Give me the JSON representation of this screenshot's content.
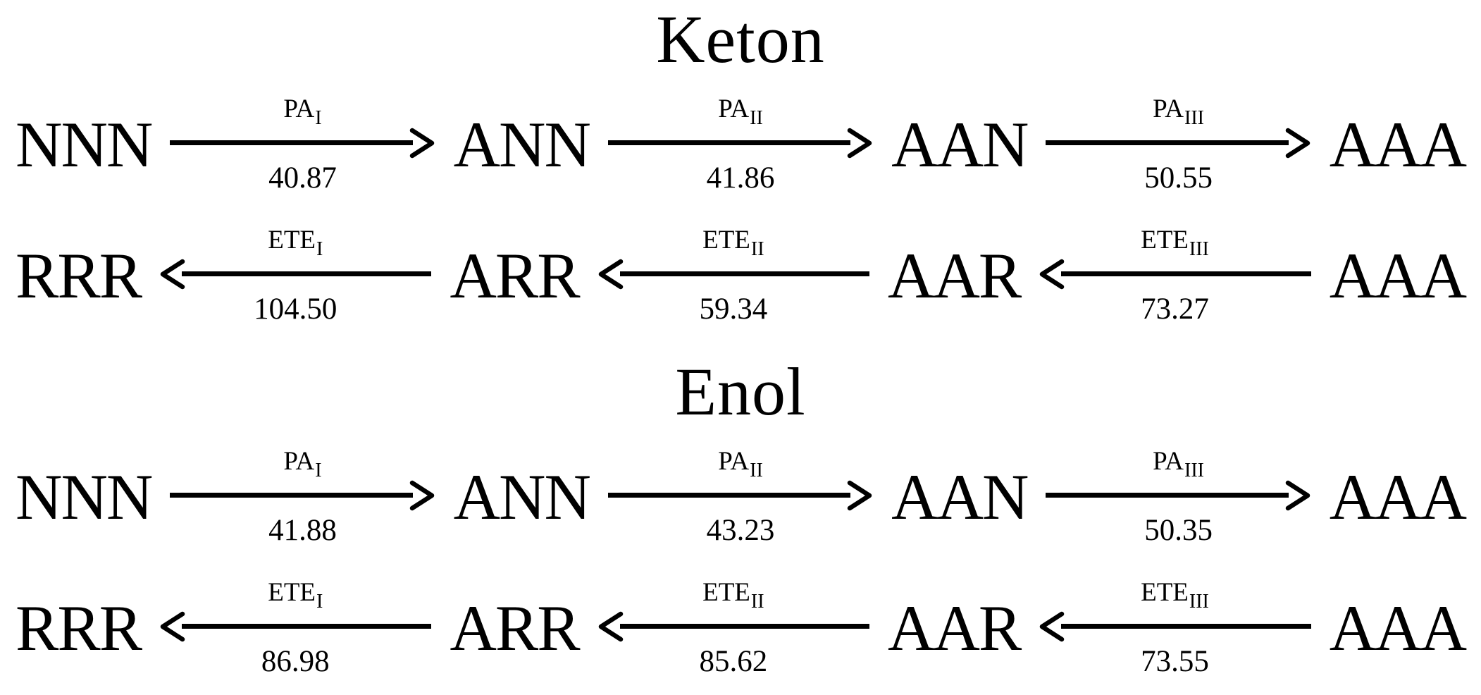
{
  "colors": {
    "background": "#ffffff",
    "ink": "#000000"
  },
  "sections": [
    {
      "title": "Keton",
      "rows": [
        {
          "direction": "forward",
          "species": [
            "NNN",
            "ANN",
            "AAN",
            "AAA"
          ],
          "steps": [
            {
              "label": "PA",
              "sub": "I",
              "value": "40.87"
            },
            {
              "label": "PA",
              "sub": "II",
              "value": "41.86"
            },
            {
              "label": "PA",
              "sub": "III",
              "value": "50.55"
            }
          ]
        },
        {
          "direction": "reverse",
          "species": [
            "RRR",
            "ARR",
            "AAR",
            "AAA"
          ],
          "steps": [
            {
              "label": "ETE",
              "sub": "I",
              "value": "104.50"
            },
            {
              "label": "ETE",
              "sub": "II",
              "value": "59.34"
            },
            {
              "label": "ETE",
              "sub": "III",
              "value": "73.27"
            }
          ]
        }
      ]
    },
    {
      "title": "Enol",
      "rows": [
        {
          "direction": "forward",
          "species": [
            "NNN",
            "ANN",
            "AAN",
            "AAA"
          ],
          "steps": [
            {
              "label": "PA",
              "sub": "I",
              "value": "41.88"
            },
            {
              "label": "PA",
              "sub": "II",
              "value": "43.23"
            },
            {
              "label": "PA",
              "sub": "III",
              "value": "50.35"
            }
          ]
        },
        {
          "direction": "reverse",
          "species": [
            "RRR",
            "ARR",
            "AAR",
            "AAA"
          ],
          "steps": [
            {
              "label": "ETE",
              "sub": "I",
              "value": "86.98"
            },
            {
              "label": "ETE",
              "sub": "II",
              "value": "85.62"
            },
            {
              "label": "ETE",
              "sub": "III",
              "value": "73.55"
            }
          ]
        }
      ]
    }
  ]
}
